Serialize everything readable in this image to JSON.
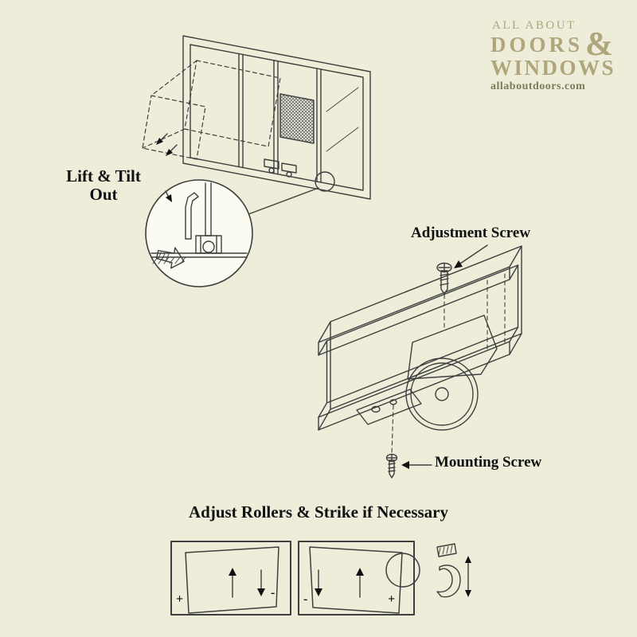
{
  "colors": {
    "background": "#EDEDDA",
    "line_art": "#3F3F3F",
    "logo_tan": "#AFA67C",
    "logo_dark_tan": "#7F7A58",
    "label_text": "#111111"
  },
  "logo": {
    "line1": "ALL ABOUT",
    "word_doors": "DOORS",
    "ampersand": "&",
    "word_windows": "WINDOWS",
    "website": "allaboutdoors.com"
  },
  "callouts": {
    "lift_tilt_line1": "Lift & Tilt",
    "lift_tilt_line2": "Out",
    "adjustment_screw": "Adjustment Screw",
    "mounting_screw": "Mounting Screw"
  },
  "bottom": {
    "heading": "Adjust Rollers & Strike if Necessary",
    "left_box": {
      "plus": "+",
      "minus": "-"
    },
    "right_box": {
      "minus": "-",
      "plus": "+"
    }
  }
}
